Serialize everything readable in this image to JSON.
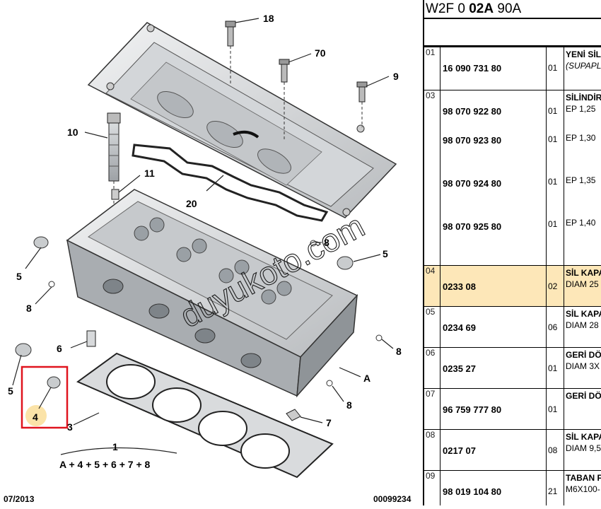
{
  "diagram": {
    "callouts": [
      "18",
      "70",
      "9",
      "10",
      "11",
      "20",
      "8",
      "5",
      "5",
      "8",
      "8",
      "6",
      "5",
      "4",
      "A",
      "8",
      "7",
      "3",
      "1"
    ],
    "formula": "A + 4 + 5 + 6 + 7 + 8",
    "footer_date": "07/2013",
    "footer_code": "00099234",
    "watermark": "duyukoto.com"
  },
  "parts": {
    "title_prefix": "W2F 0 ",
    "title_bold": "02A",
    "title_suffix": " 90A",
    "rows": [
      {
        "no": "01",
        "refs": [
          "16 090 731 80"
        ],
        "qtys": [
          "01"
        ],
        "desc_title": "YENİ SİL",
        "descs": [
          "(SUPAPL"
        ]
      },
      {
        "no": "03",
        "refs": [
          "98 070 922 80",
          "98 070 923 80",
          "98 070 924 80",
          "98 070 925 80"
        ],
        "qtys": [
          "01",
          "01",
          "01",
          "01"
        ],
        "desc_title": "SİLİNDİR",
        "descs": [
          "EP 1,25",
          "EP 1,30",
          "EP 1,35",
          "EP 1,40"
        ]
      },
      {
        "no": "04",
        "refs": [
          "0233 08"
        ],
        "qtys": [
          "02"
        ],
        "desc_title": "SİL KAPA",
        "descs": [
          "DIAM 25"
        ]
      },
      {
        "no": "05",
        "refs": [
          "0234 69"
        ],
        "qtys": [
          "06"
        ],
        "desc_title": "SİL KAPA",
        "descs": [
          "DIAM 28"
        ]
      },
      {
        "no": "06",
        "refs": [
          "0235 27"
        ],
        "qtys": [
          "01"
        ],
        "desc_title": "GERİ DÖ",
        "descs": [
          "DIAM 3X"
        ]
      },
      {
        "no": "07",
        "refs": [
          "96 759 777 80"
        ],
        "qtys": [
          "01"
        ],
        "desc_title": "GERİ DÖ",
        "descs": [
          ""
        ]
      },
      {
        "no": "08",
        "refs": [
          "0217 07"
        ],
        "qtys": [
          "08"
        ],
        "desc_title": "SİL KAPA",
        "descs": [
          "DIAM 9,5"
        ]
      },
      {
        "no": "09",
        "refs": [
          "98 019 104 80"
        ],
        "qtys": [
          "21"
        ],
        "desc_title": "TABAN F",
        "descs": [
          "M6X100-"
        ]
      }
    ]
  }
}
